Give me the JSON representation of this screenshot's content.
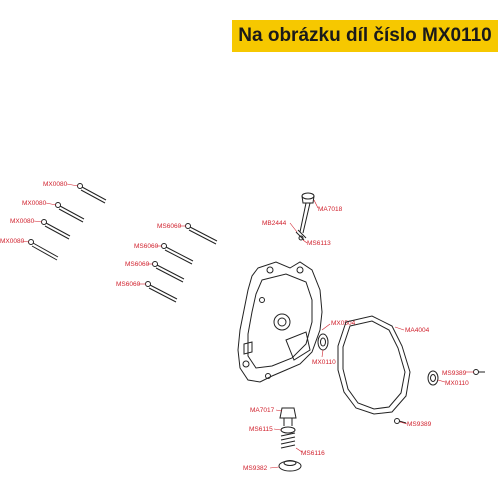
{
  "banner": {
    "text": "Na obrázku díl číslo MX0110"
  },
  "colors": {
    "banner_bg": "#f6c800",
    "label": "#d01f2b",
    "line": "#222222"
  },
  "labels": {
    "bolt_mx0080_1": "MX0080",
    "bolt_mx0080_2": "MX0080",
    "bolt_mx0080_3": "MX0080",
    "bolt_mx0080_4": "MX0080",
    "bolt_ms6060_1": "MS6060",
    "bolt_ms6060_2": "MS6060",
    "bolt_ms6060_3": "MS6060",
    "bolt_ms6060_4": "MS6060",
    "dipstick": "MA7018",
    "oring_top": "MB2444",
    "pin_top": "MS6113",
    "seal_upper": "MX0504",
    "seal_center": "MX0110",
    "gasket": "MA4004",
    "screw_right": "MS9389",
    "seal_right": "MX0110",
    "screw_bottom_right": "MS9389",
    "plug": "MA7017",
    "oring_mid": "MS6115",
    "spring": "MS6116",
    "drain_plug": "MS9382"
  }
}
